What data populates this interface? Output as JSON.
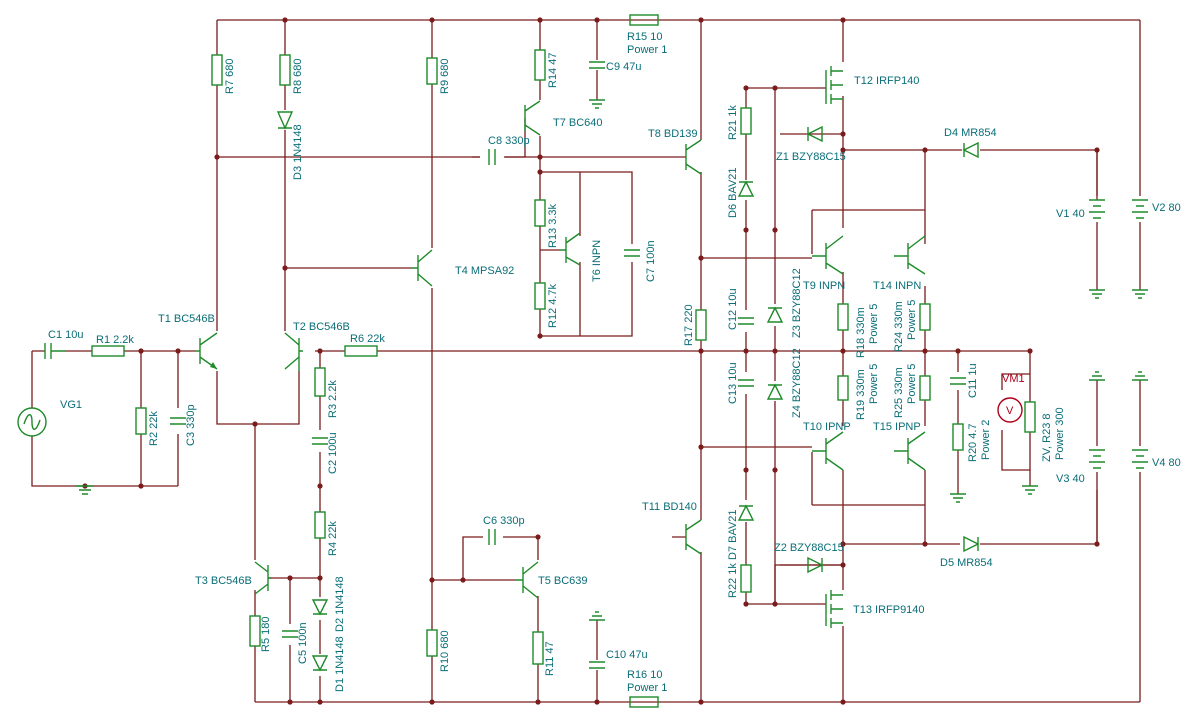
{
  "labels": {
    "C1": "C1 10u",
    "R1": "R1 2.2k",
    "VG1": "VG1",
    "R2": "R2 22k",
    "C3": "C3 330p",
    "T1": "T1 BC546B",
    "T2": "T2 BC546B",
    "R6": "R6 22k",
    "R3": "R3 2.2k",
    "C2": "C2 100u",
    "R4": "R4 22k",
    "T3": "T3 BC546B",
    "R5": "R5 180",
    "C5": "C5 100n",
    "D1": "D1 1N4148",
    "D2": "D2 1N4148",
    "R7": "R7 680",
    "R8": "R8 680",
    "D3": "D3 1N4148",
    "R9": "R9 680",
    "T4": "T4 MPSA92",
    "R10": "R10 680",
    "R14": "R14 47",
    "T7": "T7 BC640",
    "C8": "C8 330p",
    "R13": "R13 3.3k",
    "T6": "T6 INPN",
    "C7": "C7 100n",
    "R12": "R12 4.7k",
    "C6": "C6 330p",
    "T5": "T5 BC639",
    "R11": "R11 47",
    "C9": "C9 47u",
    "C10": "C10 47u",
    "R15": "R15 10",
    "R15p": "Power 1",
    "R16": "R16 10",
    "R16p": "Power 1",
    "T8": "T8 BD139",
    "T11": "T11 BD140",
    "R17": "R17 220",
    "R21": "R21 1k",
    "D6": "D6 BAV21",
    "C12": "C12 10u",
    "C13": "C13 10u",
    "Z3": "Z3 BZY88C12",
    "Z4": "Z4 BZY88C12",
    "D7": "D7 BAV21",
    "R22": "R22 1k",
    "T12": "T12 IRFP140",
    "Z1": "Z1 BZY88C15",
    "T13": "T13 IRFP9140",
    "Z2": "Z2 BZY88C15",
    "T9": "T9 INPN",
    "T10": "T10 IPNP",
    "T14": "T14 INPN",
    "T15": "T15 IPNP",
    "R18": "R18 330m",
    "R18p": "Power 5",
    "R19": "R19 330m",
    "R19p": "Power 5",
    "R24": "R24 330m",
    "R24p": "Power 5",
    "R25": "R25 330m",
    "R25p": "Power 5",
    "D4": "D4 MR854",
    "D5": "D5 MR854",
    "C11": "C11 1u",
    "R20": "R20 4.7",
    "R20p": "Power 2",
    "VM1": "VM1",
    "R23": "ZV, R23 8",
    "R23p": "Power 300",
    "V1": "V1 40",
    "V2": "V2 80",
    "V3": "V3 40",
    "V4": "V4 80",
    "meter_v": "V"
  },
  "colors": {
    "wire": "#7a1c1c",
    "component": "#1e8a2a",
    "label": "#0a6e78",
    "meter": "#b0001a"
  }
}
